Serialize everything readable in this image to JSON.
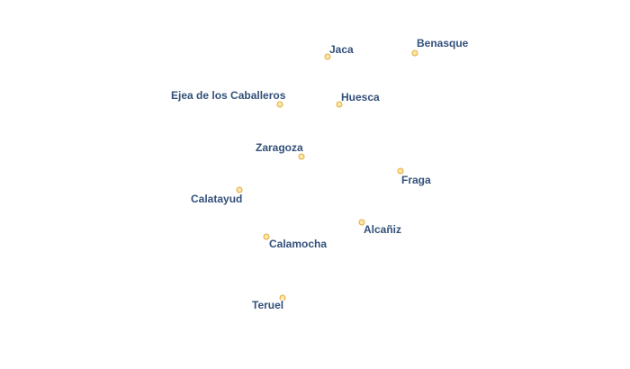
{
  "cities": [
    {
      "id": "jaca",
      "name": "Jaca",
      "marker_color": "#e3aa3d"
    },
    {
      "id": "benasque",
      "name": "Benasque",
      "marker_color": "#e3aa3d"
    },
    {
      "id": "ejea",
      "name": "Ejea de los Caballeros",
      "marker_color": "#e3aa3d"
    },
    {
      "id": "huesca",
      "name": "Huesca",
      "marker_color": "#e3aa3d"
    },
    {
      "id": "zaragoza",
      "name": "Zaragoza",
      "marker_color": "#e3aa3d"
    },
    {
      "id": "fraga",
      "name": "Fraga",
      "marker_color": "#e3aa3d"
    },
    {
      "id": "calatayud",
      "name": "Calatayud",
      "marker_color": "#e3aa3d"
    },
    {
      "id": "alcaniz",
      "name": "Alcañiz",
      "marker_color": "#e3aa3d"
    },
    {
      "id": "calamocha",
      "name": "Calamocha",
      "marker_color": "#e3aa3d"
    },
    {
      "id": "teruel",
      "name": "Teruel",
      "marker_color": "#e3aa3d"
    }
  ],
  "label_color": "#33507a"
}
